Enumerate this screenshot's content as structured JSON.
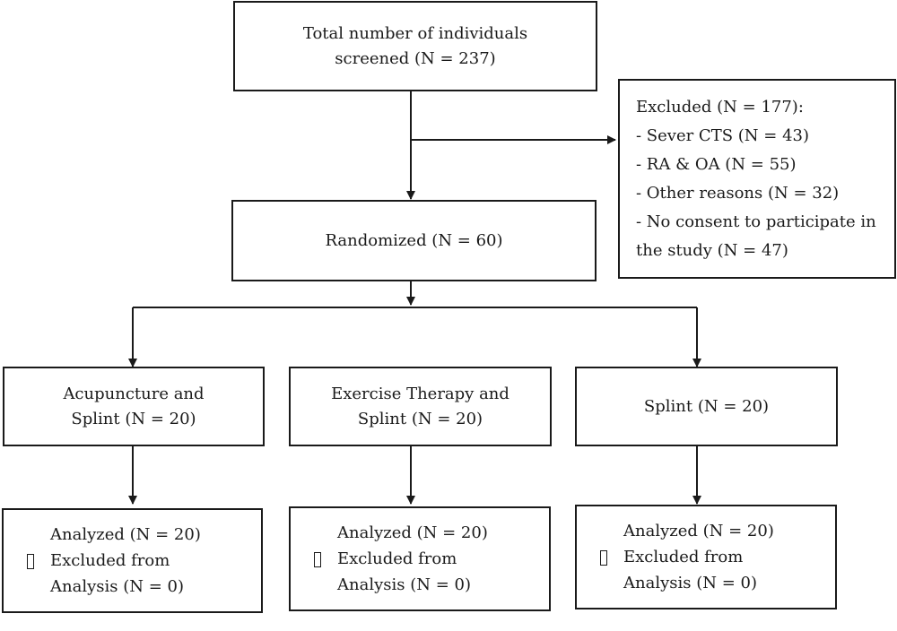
{
  "screen": {
    "line1": "Total number of individuals",
    "line2": "screened (N = 237)"
  },
  "excluded": {
    "heading": "Excluded (N = 177):",
    "items": [
      "- Sever CTS (N = 43)",
      "- RA & OA (N = 55)",
      "- Other reasons (N = 32)",
      "- No consent to participate in",
      "the study (N = 47)"
    ]
  },
  "randomized": "Randomized (N = 60)",
  "groups": [
    {
      "line1": "Acupuncture and",
      "line2": "Splint (N = 20)"
    },
    {
      "line1": "Exercise Therapy and",
      "line2": "Splint (N = 20)"
    },
    {
      "line1": "Splint (N = 20)",
      "line2": ""
    }
  ],
  "results": [
    {
      "analyzed": "Analyzed (N = 20)",
      "excluded": "Excluded from",
      "analysis": "Analysis (N = 0)"
    },
    {
      "analyzed": "Analyzed (N = 20)",
      "excluded": "Excluded from",
      "analysis": "Analysis (N = 0)"
    },
    {
      "analyzed": "Analyzed (N = 20)",
      "excluded": "Excluded from",
      "analysis": "Analysis (N = 0)"
    }
  ],
  "colors": {
    "stroke": "#1a1a1a",
    "background": "#ffffff"
  }
}
